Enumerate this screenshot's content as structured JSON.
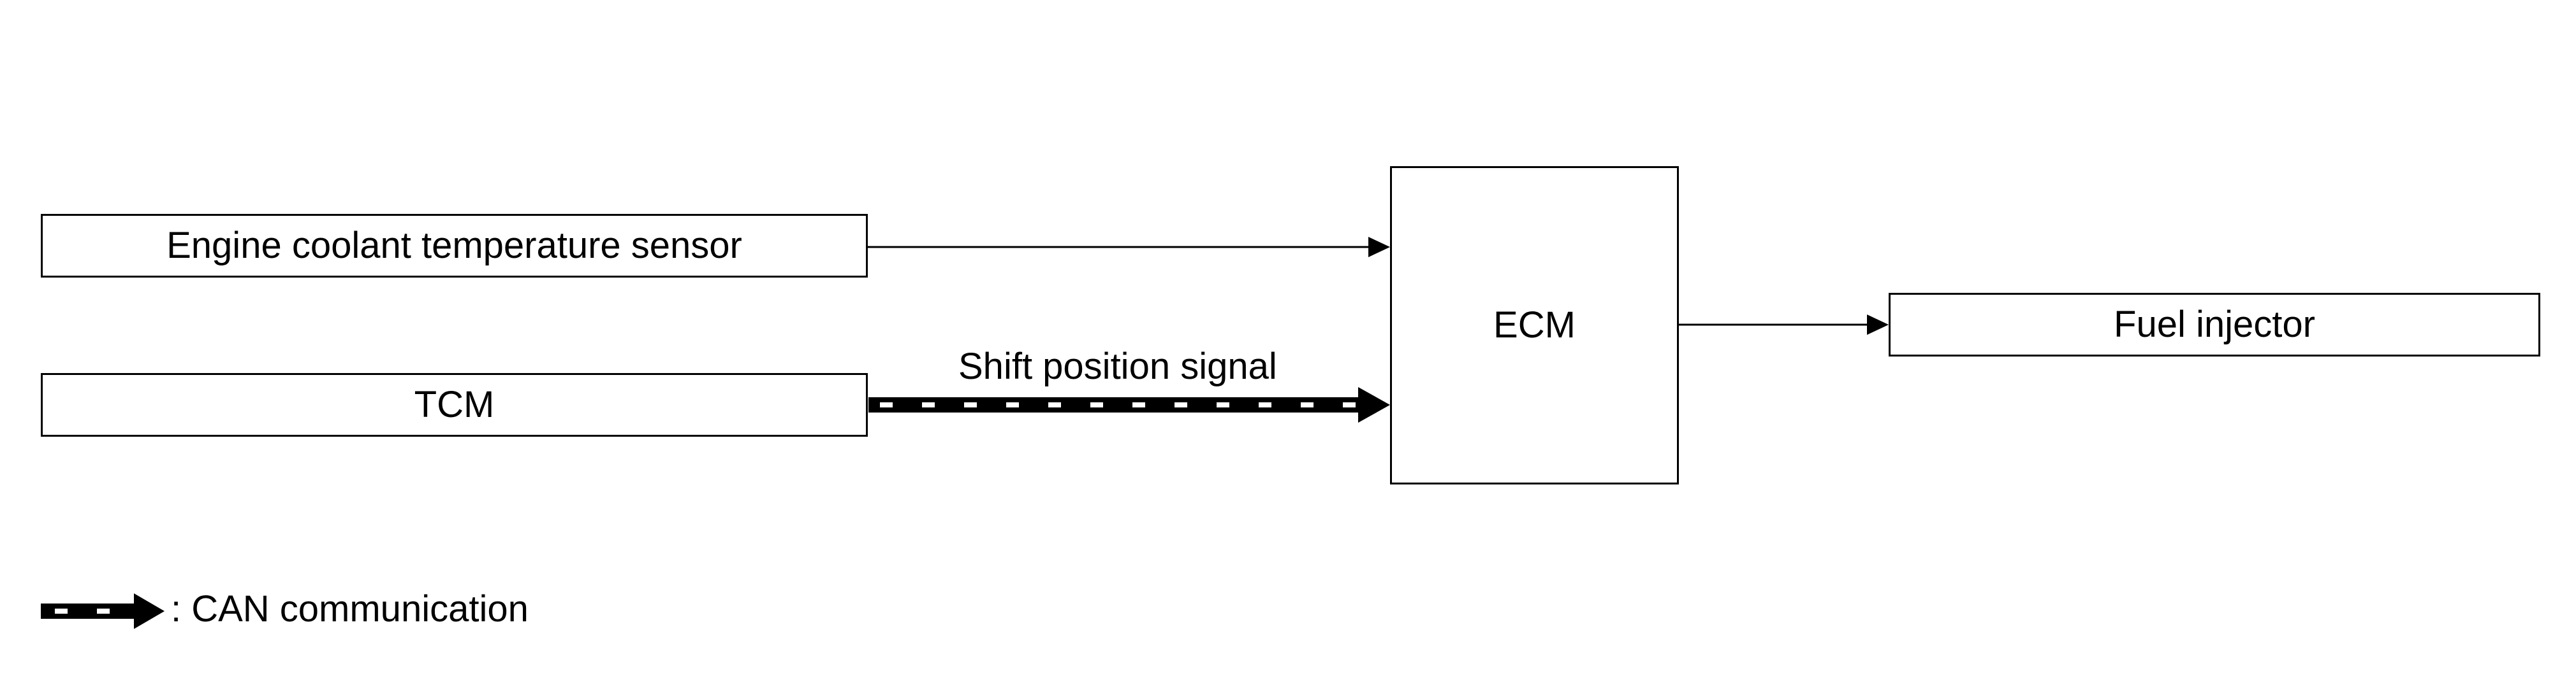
{
  "nodes": {
    "sensor": "Engine coolant temperature sensor",
    "tcm": "TCM",
    "ecm": "ECM",
    "fuel": "Fuel injector"
  },
  "edges": [
    {
      "from": "sensor",
      "to": "ecm",
      "style": "solid"
    },
    {
      "from": "tcm",
      "to": "ecm",
      "style": "can",
      "label": "Shift position signal"
    },
    {
      "from": "ecm",
      "to": "fuel",
      "style": "solid"
    }
  ],
  "legend": {
    "label": ": CAN communication",
    "style": "can"
  },
  "colors": {
    "line": "#000000",
    "background": "#ffffff"
  }
}
